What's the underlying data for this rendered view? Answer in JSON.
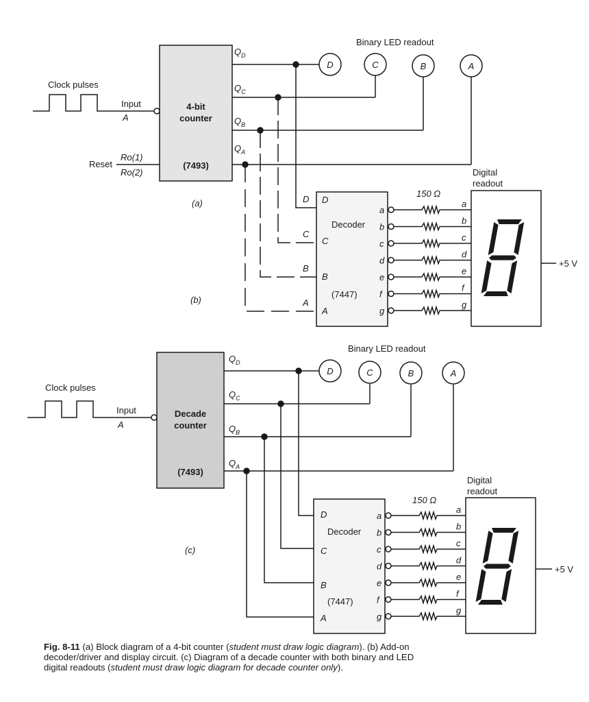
{
  "diagram_a": {
    "clock_label": "Clock pulses",
    "input_label": "Input",
    "input_pin": "A",
    "counter_title_1": "4-bit",
    "counter_title_2": "counter",
    "counter_chip": "(7493)",
    "reset_label": "Reset",
    "reset_pin_1": "Ro(1)",
    "reset_pin_2": "Ro(2)",
    "outputs": [
      "QD",
      "QC",
      "QB",
      "QA"
    ],
    "binary_readout_label": "Binary LED readout",
    "leds": [
      "D",
      "C",
      "B",
      "A"
    ],
    "part_label": "(a)"
  },
  "diagram_b": {
    "part_label": "(b)",
    "decoder_label": "Decoder",
    "decoder_chip": "(7447)",
    "decoder_inputs": [
      "D",
      "C",
      "B",
      "A"
    ],
    "decoder_outputs": [
      "a",
      "b",
      "c",
      "d",
      "e",
      "f",
      "g"
    ],
    "resistor_label": "150 Ω",
    "digital_readout_1": "Digital",
    "digital_readout_2": "readout",
    "supply": "+5 V"
  },
  "diagram_c": {
    "clock_label": "Clock pulses",
    "input_label": "Input",
    "input_pin": "A",
    "counter_title_1": "Decade",
    "counter_title_2": "counter",
    "counter_chip": "(7493)",
    "outputs": [
      "QD",
      "QC",
      "QB",
      "QA"
    ],
    "binary_readout_label": "Binary LED readout",
    "leds": [
      "D",
      "C",
      "B",
      "A"
    ],
    "part_label": "(c)",
    "decoder_label": "Decoder",
    "decoder_chip": "(7447)",
    "decoder_inputs": [
      "D",
      "C",
      "B",
      "A"
    ],
    "decoder_outputs": [
      "a",
      "b",
      "c",
      "d",
      "e",
      "f",
      "g"
    ],
    "resistor_label": "150 Ω",
    "digital_readout_1": "Digital",
    "digital_readout_2": "readout",
    "supply": "+5 V"
  },
  "caption": {
    "fig": "Fig. 8-11",
    "t1": " (a) Block diagram of a 4-bit counter (",
    "e1": "student must draw logic diagram",
    "t2": "). (b) Add-on decoder/driver and display circuit. (c) Diagram of a decade counter with both binary and LED digital readouts (",
    "e2": "student must draw logic diagram for decade counter only",
    "t3": ")."
  },
  "colors": {
    "ink": "#1a1a1a",
    "shade": "#cfcfcf",
    "paper": "#ffffff"
  }
}
